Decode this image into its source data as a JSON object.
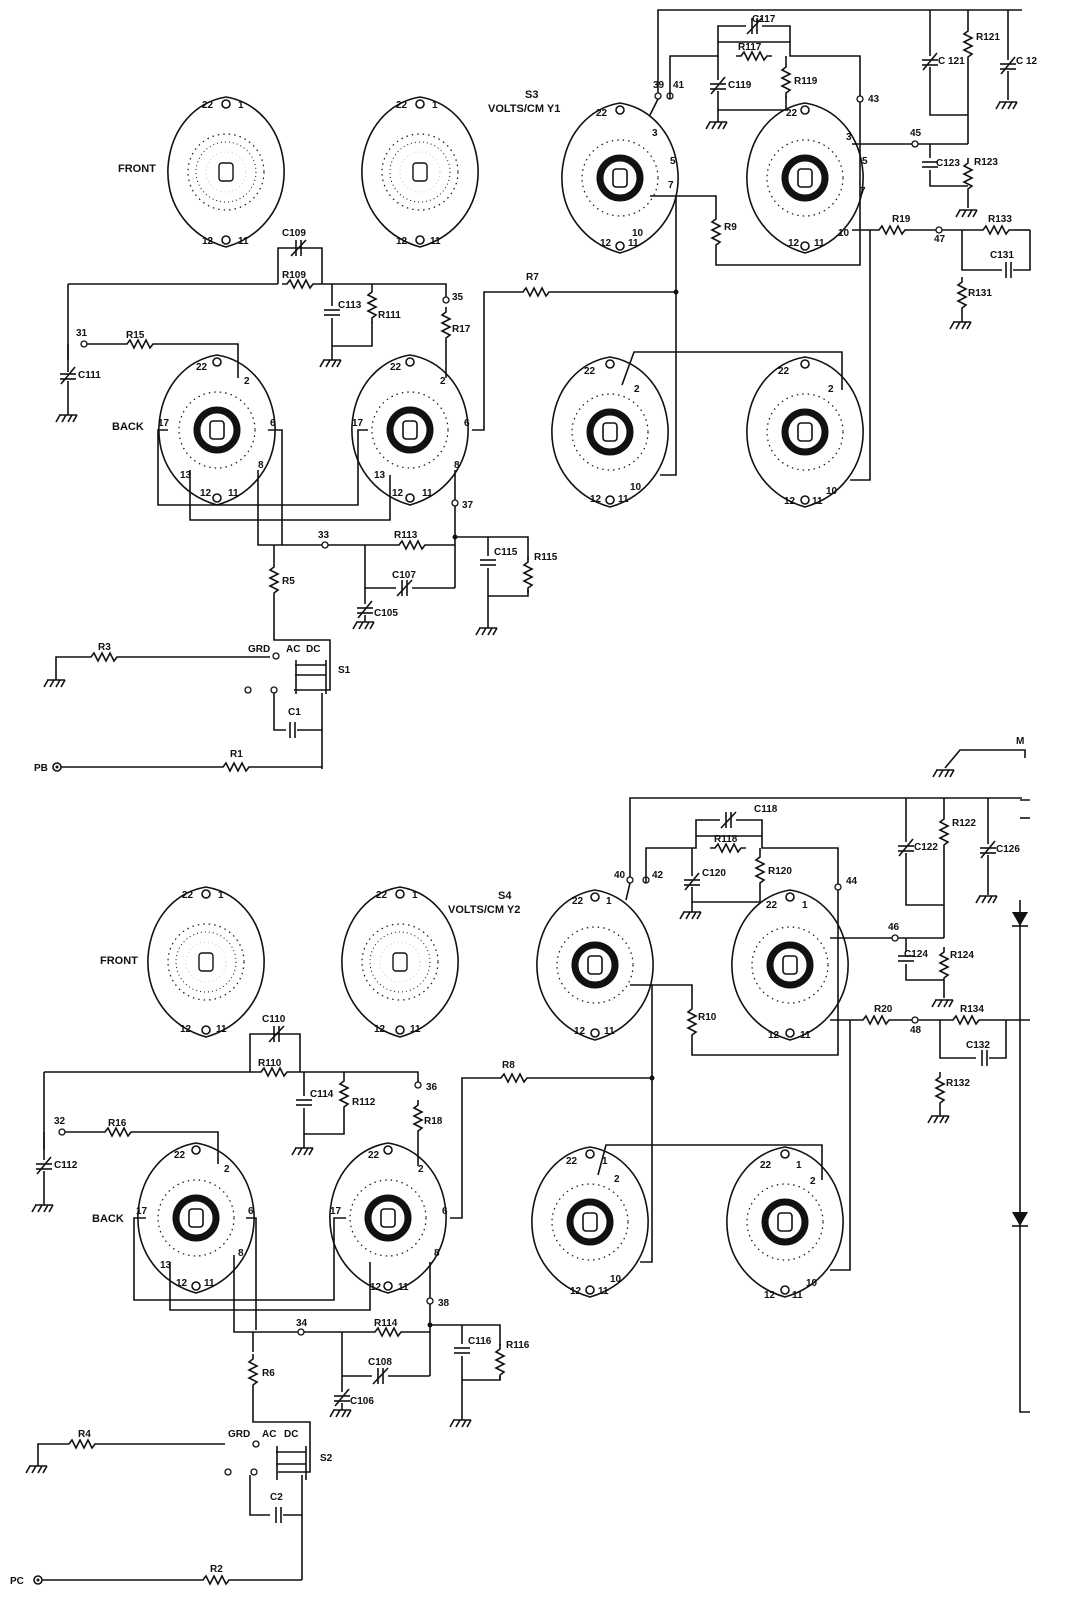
{
  "colors": {
    "ink": "#111111",
    "paper": "#ffffff"
  },
  "upper": {
    "switch_title": "S3",
    "switch_subtitle": "VOLTS/CM Y1",
    "front_label": "FRONT",
    "back_label": "BACK",
    "input_label": "PB",
    "coupling": {
      "grd": "GRD",
      "ac": "AC",
      "dc": "DC",
      "switch": "S1"
    },
    "components": {
      "c109": "C109",
      "r109": "R109",
      "c113": "C113",
      "r111": "R111",
      "r15": "R15",
      "c111": "C111",
      "r17": "R17",
      "r7": "R7",
      "r113": "R113",
      "c107": "C107",
      "c105": "C105",
      "c115": "C115",
      "r115": "R115",
      "r5": "R5",
      "r3": "R3",
      "c1": "C1",
      "r1": "R1",
      "c117": "C117",
      "r117": "R117",
      "c119": "C119",
      "r119": "R119",
      "r121": "R121",
      "c121": "C 121",
      "c123": "C123",
      "r123": "R123",
      "r9": "R9",
      "r19": "R19",
      "r133": "R133",
      "c131": "C131",
      "r131": "R131",
      "c_edge": "C 12"
    },
    "nodes": {
      "n31": "31",
      "n33": "33",
      "n35": "35",
      "n37": "37",
      "n39": "39",
      "n41": "41",
      "n43": "43",
      "n45": "45",
      "n47": "47"
    }
  },
  "lower": {
    "switch_title": "S4",
    "switch_subtitle": "VOLTS/CM Y2",
    "front_label": "FRONT",
    "back_label": "BACK",
    "input_label": "PC",
    "coupling": {
      "grd": "GRD",
      "ac": "AC",
      "dc": "DC",
      "switch": "S2"
    },
    "components": {
      "c110": "C110",
      "r110": "R110",
      "c114": "C114",
      "r112": "R112",
      "r16": "R16",
      "c112": "C112",
      "r18": "R18",
      "r8": "R8",
      "r114": "R114",
      "c108": "C108",
      "c106": "C106",
      "c116": "C116",
      "r116": "R116",
      "r6": "R6",
      "r4": "R4",
      "c2": "C2",
      "r2": "R2",
      "c118": "C118",
      "r118": "R118",
      "c120": "C120",
      "r120": "R120",
      "r122": "R122",
      "c122": "C122",
      "c126": "C126",
      "c124": "C124",
      "r124": "R124",
      "r10": "R10",
      "r20": "R20",
      "r134": "R134",
      "c132": "C132",
      "r132": "R132"
    },
    "nodes": {
      "n32": "32",
      "n34": "34",
      "n36": "36",
      "n38": "38",
      "n40": "40",
      "n42": "42",
      "n44": "44",
      "n46": "46",
      "n48": "48"
    }
  },
  "wafer_pins": {
    "p1": "1",
    "p2": "2",
    "p3": "3",
    "p5": "5",
    "p6": "6",
    "p7": "7",
    "p8": "8",
    "p10": "10",
    "p11": "11",
    "p12": "12",
    "p13": "13",
    "p17": "17",
    "p22": "22"
  },
  "edge_label": "M"
}
